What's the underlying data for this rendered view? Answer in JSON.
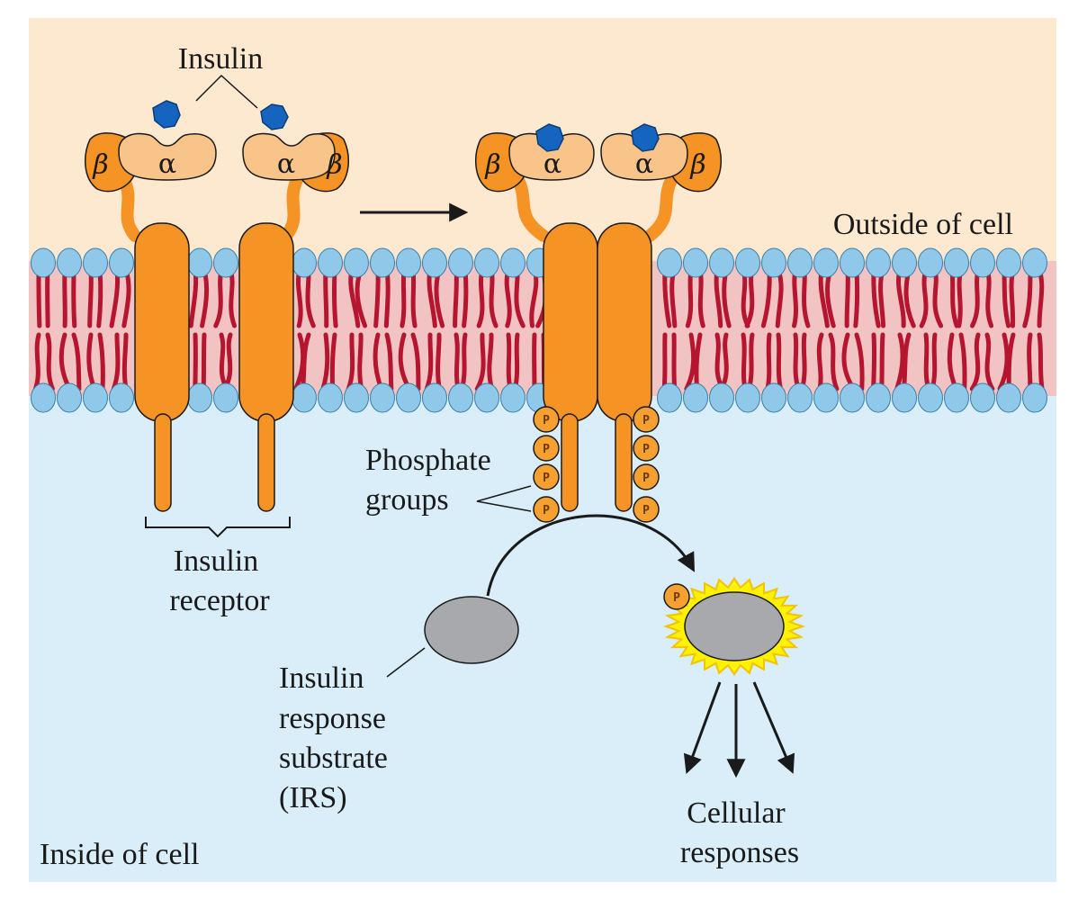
{
  "labels": {
    "insulin": "Insulin",
    "outside": "Outside of cell",
    "inside": "Inside of cell",
    "phosphate_1": "Phosphate",
    "phosphate_2": "groups",
    "receptor_1": "Insulin",
    "receptor_2": "receptor",
    "irs_1": "Insulin",
    "irs_2": "response",
    "irs_3": "substrate",
    "irs_4": "(IRS)",
    "cellular_1": "Cellular",
    "cellular_2": "responses"
  },
  "subunits": {
    "alpha": "α",
    "beta": "β"
  },
  "phosphate_symbol": "P",
  "colors": {
    "outside_bg": "#fde8d0",
    "inside_bg": "#d9eef9",
    "membrane_core": "#f2c3c3",
    "lipid_head": "#8fc8e8",
    "lipid_tail": "#b5152f",
    "receptor": "#f59324",
    "alpha": "#f8c489",
    "insulin": "#1565c0",
    "phosphate": "#f5a031",
    "irs": "#a7a9ac",
    "burst": "#fff200"
  }
}
